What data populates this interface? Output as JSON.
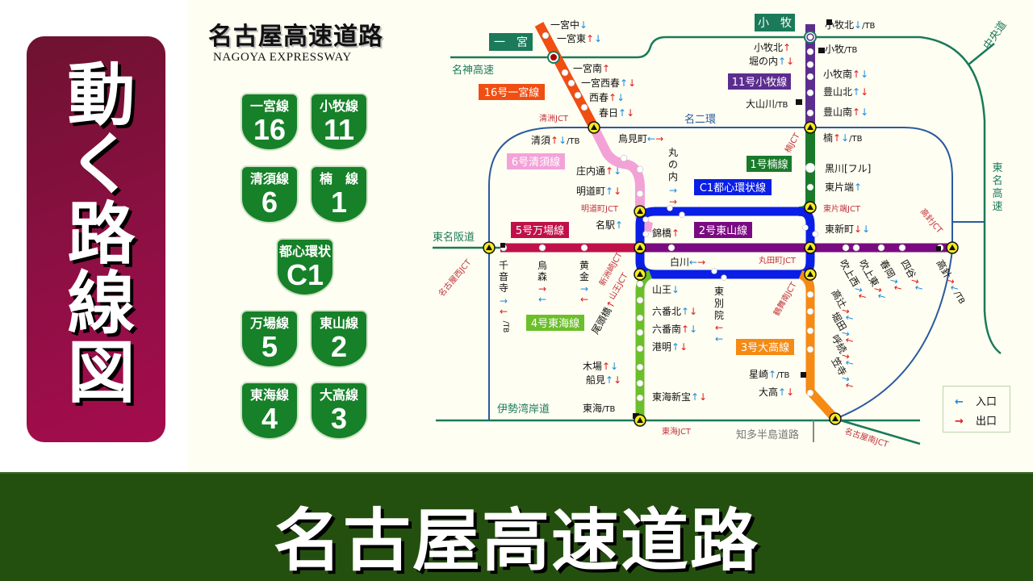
{
  "banner": {
    "vertical_text": "動く路線図"
  },
  "map": {
    "title": "名古屋高速道路",
    "subtitle": "NAGOYA EXPRESSWAY"
  },
  "bottom": {
    "title": "名古屋高速道路"
  },
  "shields": [
    {
      "name": "一宮線",
      "number": "16"
    },
    {
      "name": "小牧線",
      "number": "11"
    },
    {
      "name": "清須線",
      "number": "6"
    },
    {
      "name": "楠　線",
      "number": "1"
    },
    {
      "name": "都心環状",
      "number": "C1"
    },
    {
      "name": "万場線",
      "number": "5"
    },
    {
      "name": "東山線",
      "number": "2"
    },
    {
      "name": "東海線",
      "number": "4"
    },
    {
      "name": "大高線",
      "number": "3"
    }
  ],
  "colors": {
    "route16": "#f04e12",
    "route11": "#5b2d8e",
    "route6": "#f3a2d8",
    "route1": "#1a7a2a",
    "routeC1": "#0a1ee6",
    "route5": "#c0104a",
    "route2": "#7a0a82",
    "route4": "#6bbf2a",
    "route3": "#f58a14",
    "ring": "#2a5aa0",
    "expressway": "#1a7a5a",
    "jct_label": "#c0303a",
    "entrance": "#1a8ae0",
    "exit": "#e01a1a"
  },
  "route_labels": {
    "r16": "16号一宮線",
    "r11": "11号小牧線",
    "r6": "6号清須線",
    "r1": "1号楠線",
    "rC1": "C1都心環状線",
    "r5": "5号万場線",
    "r2": "2号東山線",
    "r4": "4号東海線",
    "r3": "3号大高線"
  },
  "area_labels": {
    "ichinomiya": "一　宮",
    "komaki": "小　牧"
  },
  "external_roads": {
    "meishin": "名神高速",
    "meinikan": "名二環",
    "chuo": "中央道",
    "tomei": "東名高速",
    "tomei_hando": "東名阪道",
    "isewangan": "伊勢湾岸道",
    "chita": "知多半島道路"
  },
  "junctions": {
    "kiyosu": "清洲JCT",
    "meidocho": "明道町JCT",
    "kusunoki": "楠JCT",
    "higashikatahata": "東片端JCT",
    "marutamachi": "丸田町JCT",
    "shinsuzaki": "新洲崎JCT",
    "sanno": "山王JCT",
    "tsurumaminami": "鶴舞南JCT",
    "takabari": "高針JCT",
    "nagoyanishi": "名古屋西JCT",
    "tokai": "東海JCT",
    "nagoyaminami": "名古屋南JCT"
  },
  "ramps": {
    "ichinomiya_naka": {
      "name": "一宮中",
      "marks": "↓"
    },
    "ichinomiya_higashi": {
      "name": "一宮東",
      "marks": "↑↓"
    },
    "ichinomiya_minami": {
      "name": "一宮南",
      "marks": "↑"
    },
    "ichinomiya_nishiharu": {
      "name": "一宮西春",
      "marks": "↑↓"
    },
    "nishiharu": {
      "name": "西春",
      "marks": "↑↓"
    },
    "kasugai": {
      "name": "春日",
      "marks": "↑↓"
    },
    "kiyosu": {
      "name": "清須",
      "marks": "↑↓",
      "suffix": "/TB"
    },
    "torimicho": {
      "name": "鳥見町",
      "marks": "←→"
    },
    "shonaidori": {
      "name": "庄内通",
      "marks": "↑↓"
    },
    "meidocho": {
      "name": "明道町",
      "marks": "↑↓"
    },
    "marunouchi": {
      "name": "丸の内",
      "marks": "→→"
    },
    "meieki": {
      "name": "名駅",
      "marks": "↑"
    },
    "nishikibashi": {
      "name": "錦橋",
      "marks": "↑"
    },
    "shirakawa": {
      "name": "白川",
      "marks": "←→"
    },
    "higashibetsuin": {
      "name": "東別院",
      "marks": "←←"
    },
    "komaki_kita_tb": {
      "name": "小牧北",
      "marks": "↓",
      "suffix": "/TB"
    },
    "komaki_tb": {
      "name": "小牧",
      "suffix": "/TB"
    },
    "komaki_kita": {
      "name": "小牧北",
      "marks": "↑"
    },
    "horinouchi": {
      "name": "堀の内",
      "marks": "↑↓"
    },
    "komaki_minami": {
      "name": "小牧南",
      "marks": "↑↓"
    },
    "toyoyama_kita": {
      "name": "豊山北",
      "marks": "↑↓"
    },
    "oyamagawa": {
      "name": "大山川",
      "suffix": "/TB"
    },
    "toyoyama_minami": {
      "name": "豊山南",
      "marks": "↑↓"
    },
    "kusunoki": {
      "name": "楠",
      "marks": "↑↓",
      "suffix": "/TB"
    },
    "kurokawa": {
      "name": "黒川[フル]"
    },
    "higashikatahata": {
      "name": "東片端",
      "marks": "↑"
    },
    "higashishinmachi": {
      "name": "東新町",
      "marks": "↓↓"
    },
    "senonji": {
      "name": "千音寺",
      "marks": "→←",
      "suffix": "/TB"
    },
    "karasumori": {
      "name": "烏森",
      "marks": "→←"
    },
    "kogane": {
      "name": "黄金",
      "marks": "→←"
    },
    "obatabashi": {
      "name": "尾頭橋",
      "marks": "↑"
    },
    "sanno": {
      "name": "山王",
      "marks": "↓"
    },
    "rokuban_kita": {
      "name": "六番北",
      "marks": "↑↓"
    },
    "rokuban_minami": {
      "name": "六番南",
      "marks": "↑↓"
    },
    "komei": {
      "name": "港明",
      "marks": "↑↓"
    },
    "kiba": {
      "name": "木場",
      "marks": "↑↓"
    },
    "funami": {
      "name": "船見",
      "marks": "↑↓"
    },
    "tokai_shinpo": {
      "name": "東海新宝",
      "marks": "↑↓"
    },
    "tokai_tb": {
      "name": "東海",
      "suffix": "/TB"
    },
    "fukiage_nishi": {
      "name": "吹上西",
      "marks": "↗↙"
    },
    "fukiage_higashi": {
      "name": "吹上東",
      "marks": "↗↙"
    },
    "haruoka": {
      "name": "春岡",
      "marks": "↗↙"
    },
    "yotsuya": {
      "name": "四谷",
      "marks": "↗↙"
    },
    "takabari": {
      "name": "高針",
      "marks": "↗↙",
      "suffix": "/TB"
    },
    "takatsuji": {
      "name": "高辻",
      "marks": "↗↙"
    },
    "horita": {
      "name": "堀田",
      "marks": "↗↙"
    },
    "yobitsugi": {
      "name": "呼続",
      "marks": "↗↙"
    },
    "kasadera": {
      "name": "笠寺",
      "marks": "↗↙"
    },
    "hoshizaki": {
      "name": "星崎",
      "marks": "↑",
      "suffix": "/TB"
    },
    "odaka": {
      "name": "大高",
      "marks": "↑↓"
    }
  },
  "legend": {
    "entrance_icon": "←",
    "entrance_label": "入口",
    "exit_icon": "→",
    "exit_label": "出口"
  }
}
